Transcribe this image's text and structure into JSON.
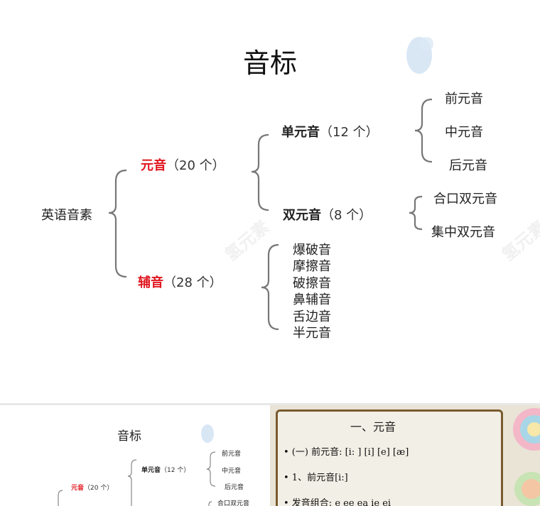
{
  "slide": {
    "title": "音标",
    "root": "英语音素",
    "vowel": {
      "label": "元音",
      "count": "（20 个）"
    },
    "consonant": {
      "label": "辅音",
      "count": "（28 个）"
    },
    "monophthong": {
      "label": "单元音",
      "count": "（12 个）"
    },
    "diphthong": {
      "label": "双元音",
      "count": "（8 个）"
    },
    "mono_items": [
      "前元音",
      "中元音",
      "后元音"
    ],
    "diph_items": [
      "合口双元音",
      "集中双元音"
    ],
    "cons_items": [
      "爆破音",
      "摩擦音",
      "破擦音",
      "鼻辅音",
      "舌边音",
      "半元音"
    ],
    "watermark": "氢元素"
  },
  "thumb_left": {
    "title": "音标",
    "vowel": {
      "label": "元音",
      "count": "（20 个）"
    },
    "monophthong": {
      "label": "单元音",
      "count": "（12 个）"
    },
    "items": [
      "前元音",
      "中元音",
      "后元音",
      "合口双元音"
    ]
  },
  "thumb_right": {
    "title": "一、元音",
    "lines": [
      "• (一) 前元音: [i: ] [i] [e] [æ]",
      "• 1、前元音[i:]",
      "• 发音组合: e   ee   ea   ie   ei"
    ],
    "colors": {
      "panel_border": "#7a5a2e",
      "panel_bg": "#f2efe6",
      "accent_red": "#e0161f"
    }
  }
}
